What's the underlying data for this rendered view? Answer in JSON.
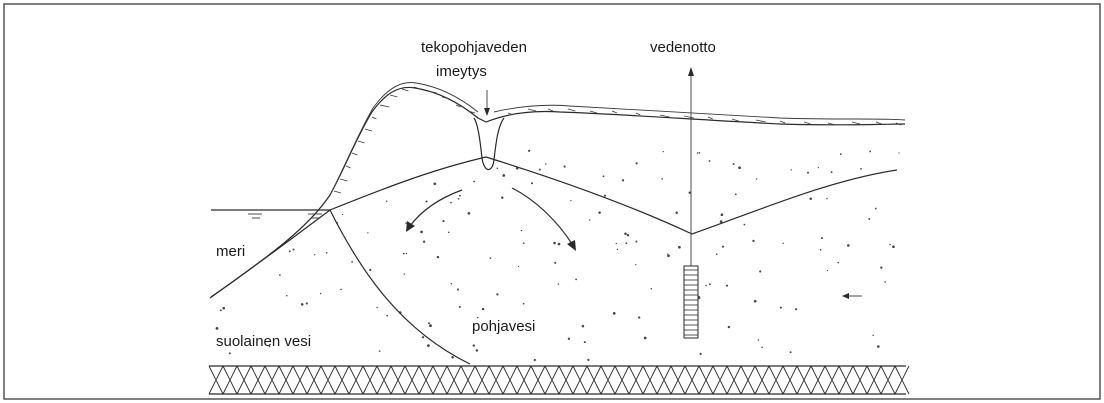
{
  "labels": {
    "infiltration": [
      "tekopohjaveden",
      "imeytys"
    ],
    "extraction": "vedenotto",
    "sea": "meri",
    "saltwater": "suolainen vesi",
    "groundwater": "pohjavesi"
  },
  "colors": {
    "line": "#2a2a2a",
    "frame": "#555555",
    "background": "#ffffff"
  }
}
